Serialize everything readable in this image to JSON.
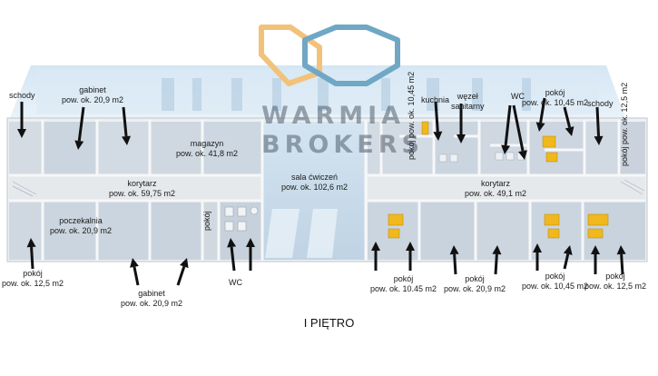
{
  "watermark": {
    "line1": "WARMIA",
    "line2": "BROKERS"
  },
  "caption": "I PIĘTRO",
  "rooms": {
    "schody_left": {
      "name": "schody"
    },
    "gabinet_top": {
      "name": "gabinet",
      "area": "pow. ok. 20,9 m2"
    },
    "magazyn": {
      "name": "magazyn",
      "area": "pow. ok. 41,8 m2"
    },
    "korytarz_left": {
      "name": "korytarz",
      "area": "pow. ok. 59,75 m2"
    },
    "poczekalnia": {
      "name": "poczekalnia",
      "area": "pow. ok. 20,9 m2"
    },
    "pokoj_small_vertical": {
      "name": "pokój"
    },
    "sala": {
      "name": "sala ćwiczeń",
      "area": "pow. ok. 102,6 m2"
    },
    "pokoj_left_bottom": {
      "name": "pokój",
      "area": "pow. ok. 12,5 m2"
    },
    "gabinet_bottom": {
      "name": "gabinet",
      "area": "pow. ok. 20,9 m2"
    },
    "wc_left": {
      "name": "WC"
    },
    "kuchnia": {
      "name": "kuchnia"
    },
    "pokoj_vertical_mid": {
      "name": "pokój",
      "area": "pow. ok. 10,45 m2"
    },
    "wezel": {
      "name": "węzeł",
      "name2": "sanitarny"
    },
    "wc_right": {
      "name": "WC"
    },
    "pokoj_top_right": {
      "name": "pokój",
      "area": "pow. ok. 10,45 m2"
    },
    "schody_right": {
      "name": "schody"
    },
    "pokoj_vertical_right": {
      "name": "pokój",
      "area": "pow. ok. 12,5 m2"
    },
    "korytarz_right": {
      "name": "korytarz",
      "area": "pow. ok. 49,1 m2"
    },
    "pokoj_bottom_1": {
      "name": "pokój",
      "area": "pow. ok. 10.45 m2"
    },
    "pokoj_bottom_2": {
      "name": "pokój",
      "area": "pow. ok. 20,9 m2"
    },
    "pokoj_bottom_3": {
      "name": "pokój",
      "area": "pow. ok. 10,45 m2"
    },
    "pokoj_bottom_4": {
      "name": "pokój",
      "area": "pow. ok. 12,5 m2"
    }
  },
  "colors": {
    "logo_orange": "#f2c27a",
    "logo_blue": "#6fa7c4",
    "floor": "#e4e8ec",
    "wall": "#f6f7f8",
    "room_tint": "#c9d6e2",
    "furniture": "#f0b81c",
    "arrow": "#111111"
  }
}
